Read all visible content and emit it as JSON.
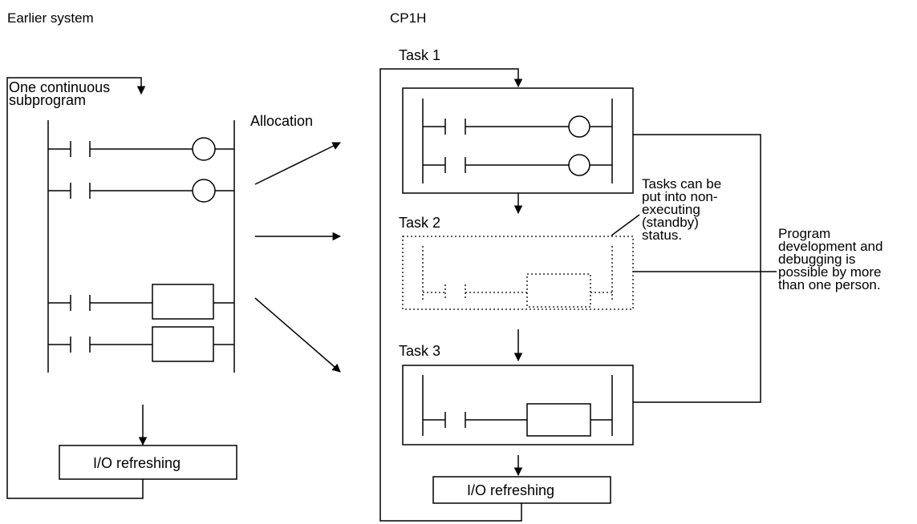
{
  "left": {
    "header": "Earlier system",
    "subprogram_label": "One continuous\nsubprogram",
    "refresh_label": "I/O refreshing"
  },
  "allocation_label": "Allocation",
  "right": {
    "header": "CP1H",
    "tasks": [
      {
        "label": "Task 1",
        "state": "executing"
      },
      {
        "label": "Task 2",
        "state": "standby"
      },
      {
        "label": "Task 3",
        "state": "executing"
      }
    ],
    "standby_note": "Tasks can be\nput into non-\nexecuting\n(standby)\nstatus.",
    "dev_note": "Program\ndevelopment and\ndebugging is\npossible by more\nthan one person.",
    "refresh_label": "I/O refreshing"
  }
}
